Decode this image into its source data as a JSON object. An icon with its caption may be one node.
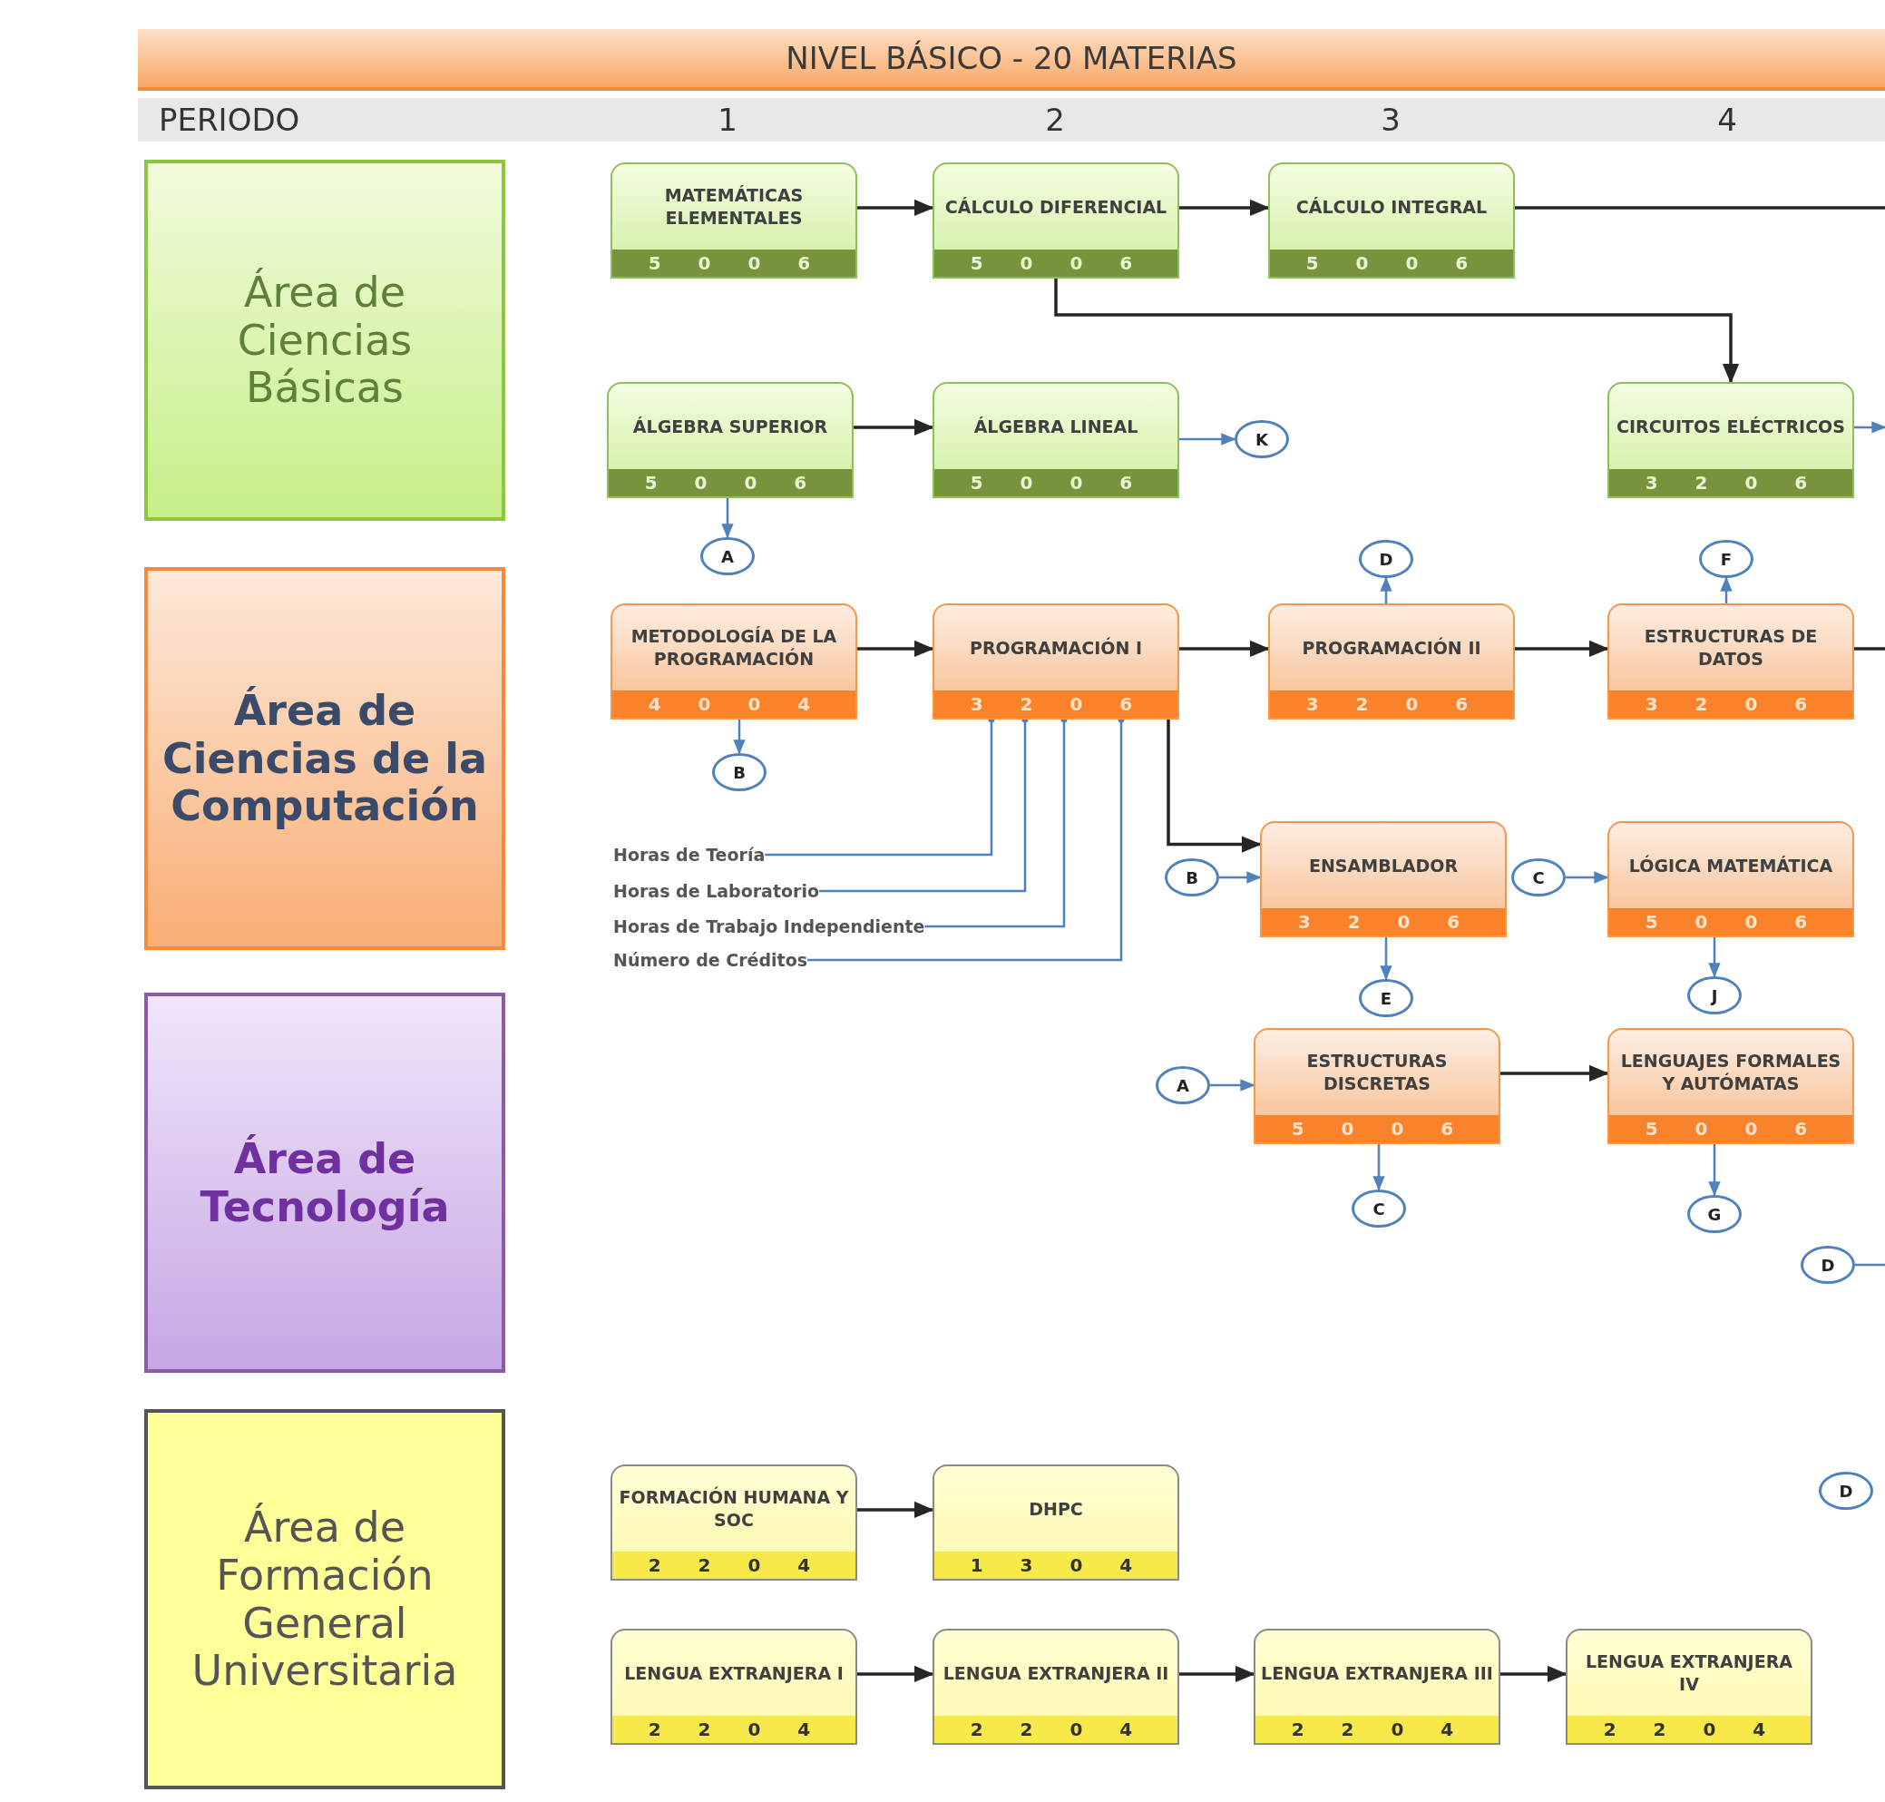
{
  "diagram": {
    "title": "NIVEL BÁSICO - 20 MATERIAS",
    "nodes": [
      {
        "text": [
          "Área de Ciencias Básicas"
        ]
      },
      {
        "text": [
          "Área de Ciencias de la Computación"
        ]
      },
      {
        "text": [
          "Área de Tecnología"
        ]
      },
      {
        "text": [
          "Área de Formación General Universitaria"
        ]
      },
      {
        "text": [
          "MATEMÁTICAS ELEMENTALES",
          "5 0 0 6"
        ]
      },
      {
        "text": [
          "CÁLCULO DIFERENCIAL",
          "5 0 0 6"
        ]
      },
      {
        "text": [
          "CÁLCULO INTEGRAL",
          "5 0 0 6"
        ]
      },
      {
        "text": [
          "ÁLGEBRA SUPERIOR",
          "5 0 0 6"
        ]
      },
      {
        "text": [
          "ÁLGEBRA LINEAL",
          "5 0 0 6"
        ]
      },
      {
        "text": [
          "K"
        ]
      },
      {
        "text": [
          "CIRCUITOS ELÉCTRICOS",
          "3 2 0 6"
        ]
      },
      {
        "text": [
          "A"
        ]
      },
      {
        "text": [
          "D"
        ]
      },
      {
        "text": [
          "F"
        ]
      },
      {
        "text": [
          "METODOLOGÍA DE LA PROGRAMACIÓN",
          "4 0 0 4"
        ]
      },
      {
        "text": [
          "PROGRAMACIÓN I",
          "3 2 0 6"
        ]
      },
      {
        "text": [
          "PROGRAMACIÓN II",
          "3 2 0 6"
        ]
      },
      {
        "text": [
          "ESTRUCTURAS DE DATOS",
          "3 2 0 6"
        ]
      },
      {
        "text": [
          "B"
        ]
      },
      {
        "text": [
          "Horas de Teoría"
        ]
      },
      {
        "text": [
          "Horas de Laboratorio"
        ]
      },
      {
        "text": [
          "Horas de Trabajo Independiente"
        ]
      },
      {
        "text": [
          "Número de Créditos"
        ]
      },
      {
        "text": [
          "B"
        ]
      },
      {
        "text": [
          "ENSAMBLADOR",
          "3 2 0 6"
        ]
      },
      {
        "text": [
          "C"
        ]
      },
      {
        "text": [
          "LÓGICA MATEMÁTICA",
          "5 0 0 6"
        ]
      },
      {
        "text": [
          "E"
        ]
      },
      {
        "text": [
          "J"
        ]
      },
      {
        "text": [
          "A"
        ]
      },
      {
        "text": [
          "ESTRUCTURAS DISCRETAS",
          "5 0 0 6"
        ]
      },
      {
        "text": [
          "LENGUAJES FORMALES Y AUTÓMATAS",
          "5 0 0 6"
        ]
      },
      {
        "text": [
          "C"
        ]
      },
      {
        "text": [
          "G"
        ]
      },
      {
        "text": [
          "D"
        ]
      },
      {
        "text": [
          "FORMACIÓN HUMANA Y SOC",
          "2 2 0 4"
        ]
      },
      {
        "text": [
          "DHPC",
          "1 3 0 4"
        ]
      },
      {
        "text": [
          "D"
        ]
      },
      {
        "text": [
          "LENGUA EXTRANJERA I",
          "2 2 0 4"
        ]
      },
      {
        "text": [
          "LENGUA EXTRANJERA II",
          "2 2 0 4"
        ]
      },
      {
        "text": [
          "LENGUA EXTRANJERA III",
          "2 2 0 4"
        ]
      },
      {
        "text": [
          "LENGUA EXTRANJERA IV",
          "2 2 0 4"
        ]
      }
    ],
    "edges": [
      {
        "from": 4,
        "to": 5,
        "arrow": "to",
        "color": "#262626"
      },
      {
        "from": 5,
        "to": 6,
        "arrow": "to",
        "color": "#262626"
      },
      {
        "from": 6,
        "to": null,
        "arrow": "none",
        "color": "#262626"
      },
      {
        "from": 5,
        "to": 10,
        "arrow": "to",
        "color": "#262626"
      },
      {
        "from": 7,
        "to": 8,
        "arrow": "to",
        "color": "#262626"
      },
      {
        "from": 8,
        "to": 9,
        "arrow": "to"
      },
      {
        "from": 10,
        "to": null,
        "arrow": "to"
      },
      {
        "from": 7,
        "to": 11,
        "arrow": "to"
      },
      {
        "from": 16,
        "to": 12,
        "arrow": "to"
      },
      {
        "from": 17,
        "to": 13,
        "arrow": "to"
      },
      {
        "from": 14,
        "to": 15,
        "arrow": "to",
        "color": "#262626"
      },
      {
        "from": 15,
        "to": 16,
        "arrow": "to",
        "color": "#262626"
      },
      {
        "from": 16,
        "to": 17,
        "arrow": "to",
        "color": "#262626"
      },
      {
        "from": 17,
        "to": null,
        "arrow": "none",
        "color": "#262626"
      },
      {
        "from": 14,
        "to": 18,
        "arrow": "to"
      },
      {
        "from": 19,
        "to": 15,
        "arrow": "other"
      },
      {
        "from": 20,
        "to": 15,
        "arrow": "other"
      },
      {
        "from": 21,
        "to": 15,
        "arrow": "other"
      },
      {
        "from": 22,
        "to": 15,
        "arrow": "other"
      },
      {
        "from": 15,
        "to": 24,
        "arrow": "to",
        "color": "#262626"
      },
      {
        "from": 23,
        "to": 24,
        "arrow": "to"
      },
      {
        "from": 25,
        "to": 26,
        "arrow": "to"
      },
      {
        "from": 24,
        "to": 27,
        "arrow": "to"
      },
      {
        "from": 26,
        "to": 28,
        "arrow": "to"
      },
      {
        "from": 29,
        "to": 30,
        "arrow": "to"
      },
      {
        "from": 30,
        "to": 31,
        "arrow": "to",
        "color": "#262626"
      },
      {
        "from": 30,
        "to": 32,
        "arrow": "to"
      },
      {
        "from": 31,
        "to": 33,
        "arrow": "to"
      },
      {
        "from": 34,
        "to": null,
        "arrow": "none"
      },
      {
        "from": 35,
        "to": 36,
        "arrow": "to",
        "color": "#262626"
      },
      {
        "from": 38,
        "to": 39,
        "arrow": "to",
        "color": "#262626"
      },
      {
        "from": 39,
        "to": 40,
        "arrow": "to",
        "color": "#262626"
      },
      {
        "from": 40,
        "to": 41,
        "arrow": "to",
        "color": "#262626"
      }
    ],
    "labels": [
      "PERIODO",
      "1",
      "2",
      "3",
      "4"
    ]
  }
}
